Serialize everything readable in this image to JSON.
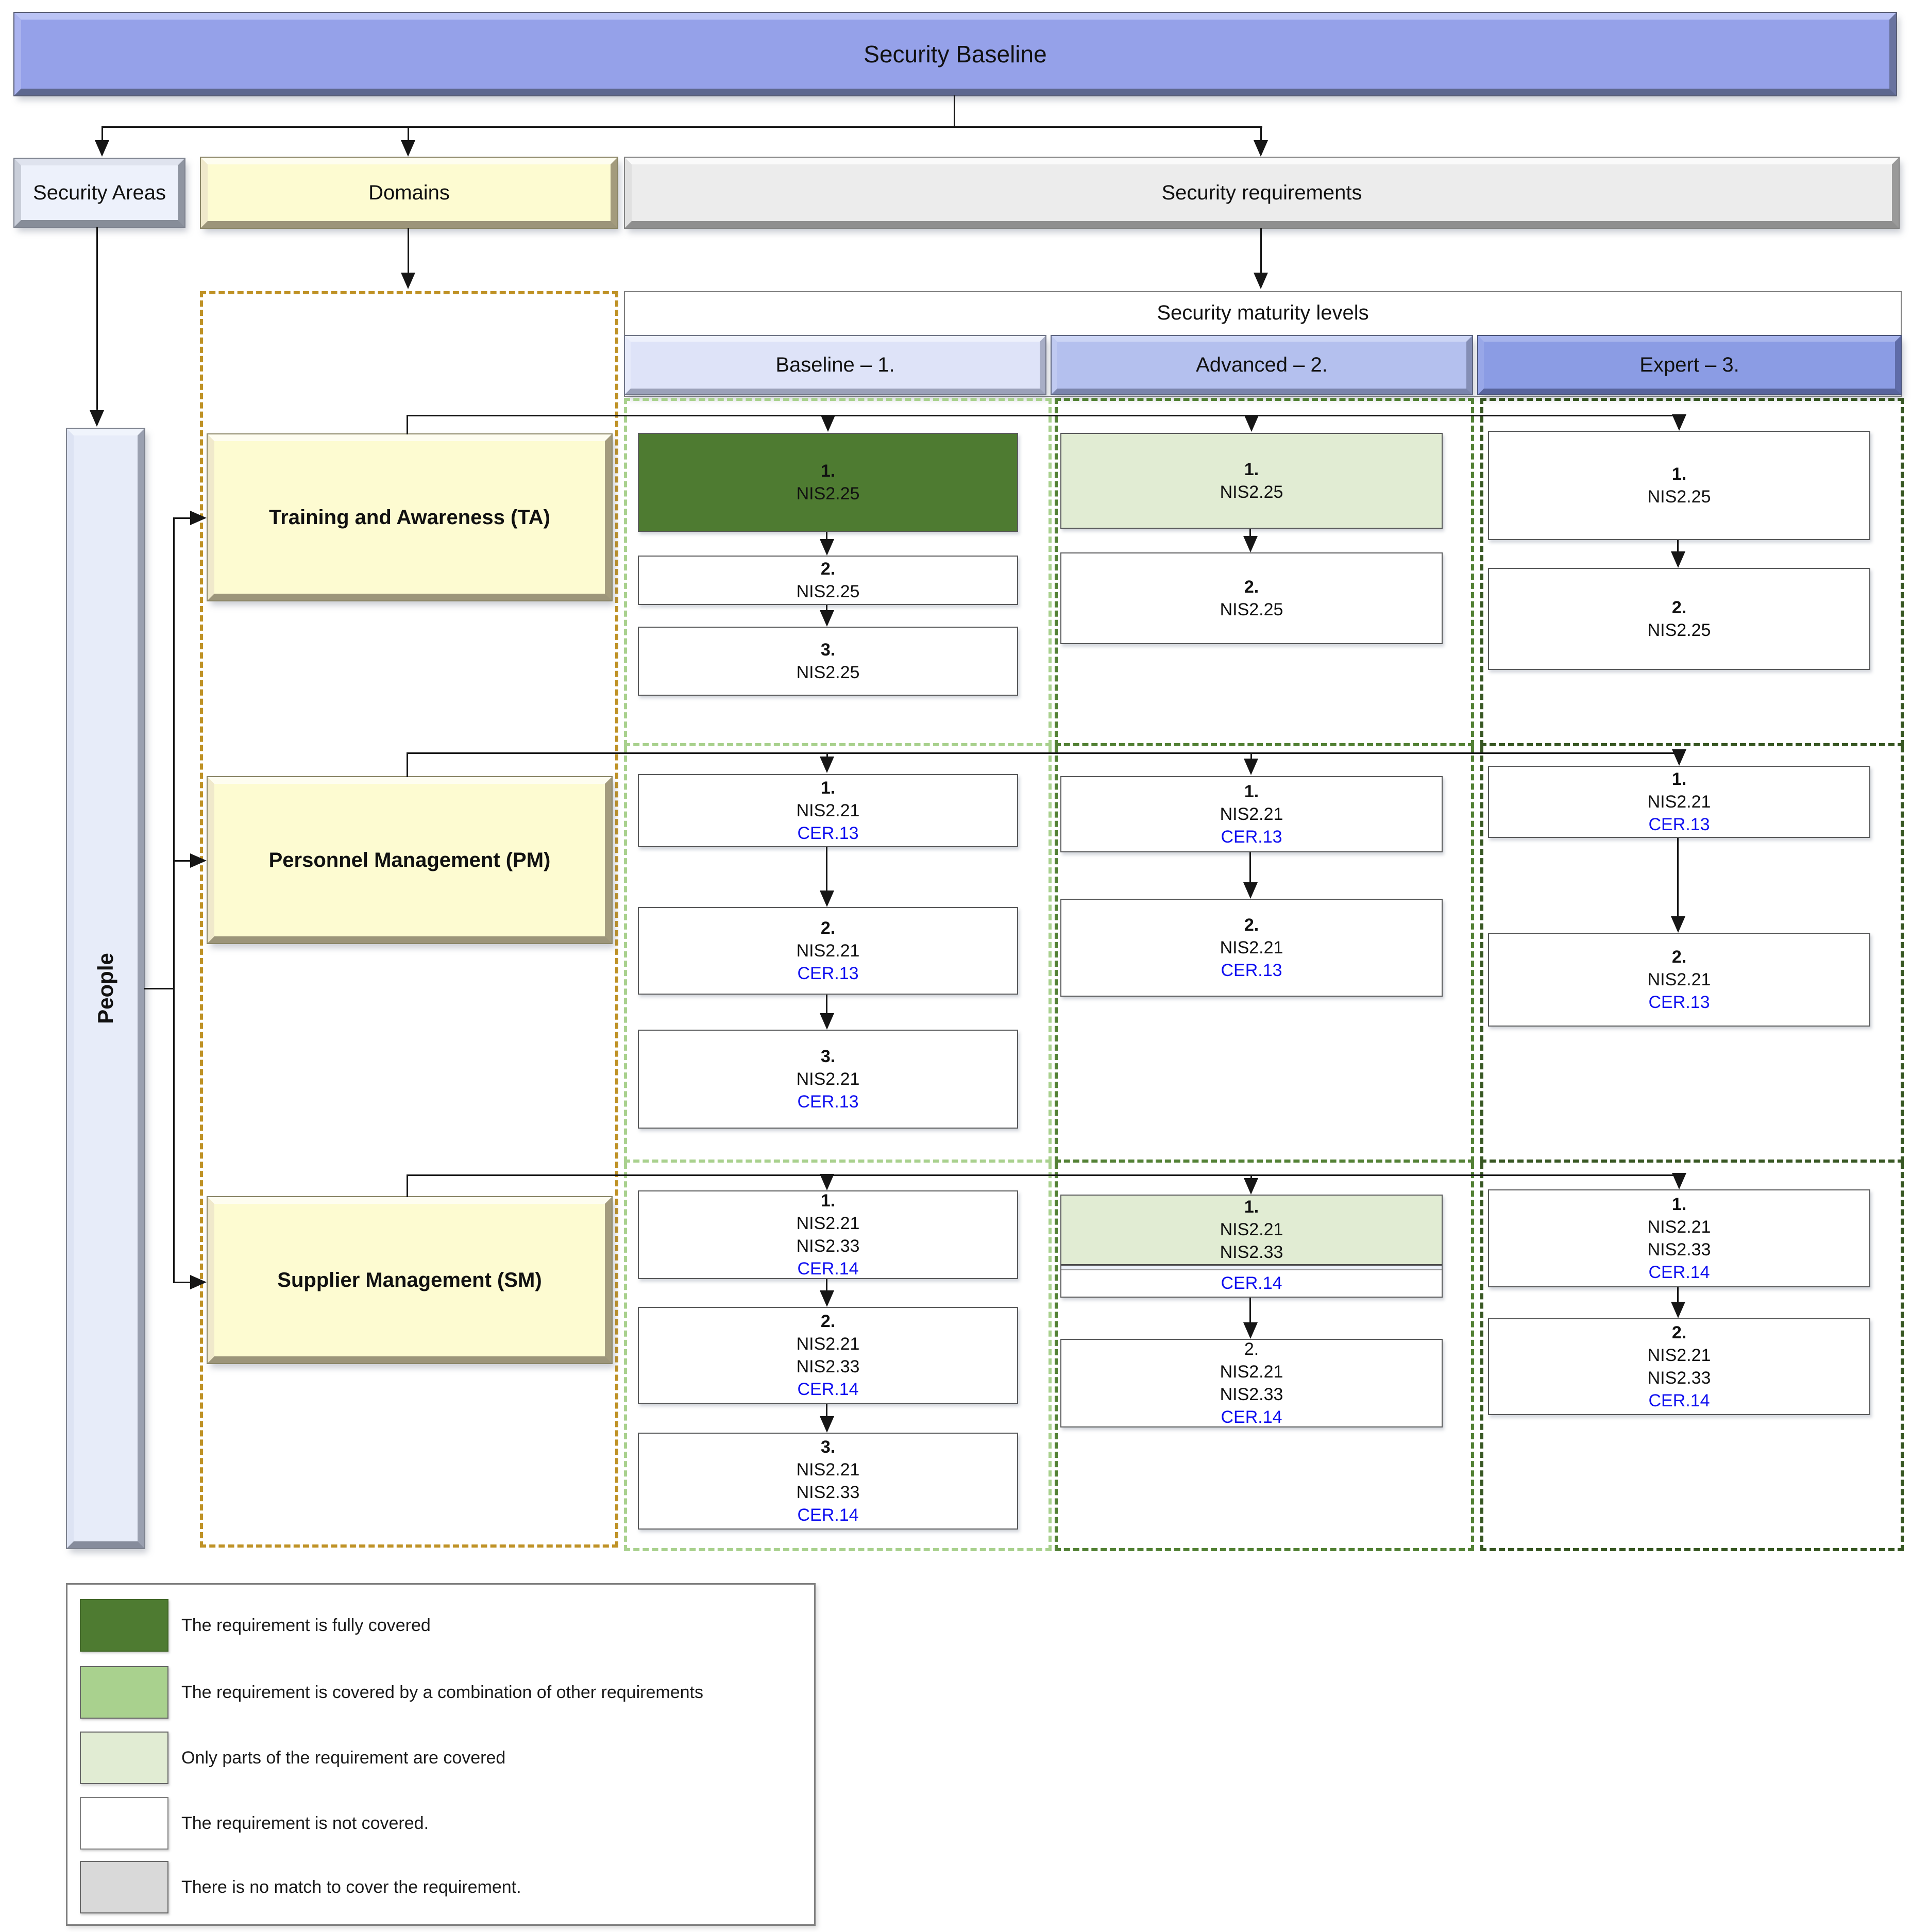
{
  "title": "Security Baseline",
  "top_boxes": {
    "security_areas": "Security Areas",
    "domains": "Domains",
    "security_requirements": "Security requirements"
  },
  "maturity": {
    "header": "Security maturity levels",
    "levels": [
      "Baseline – 1.",
      "Advanced – 2.",
      "Expert – 3."
    ]
  },
  "people_label": "People",
  "domains": {
    "ta": "Training and Awareness (TA)",
    "pm": "Personnel Management (PM)",
    "sm": "Supplier Management (SM)"
  },
  "reqs": {
    "ta_baseline": [
      {
        "num": "1.",
        "r1": "NIS2.25"
      },
      {
        "num": "2.",
        "r1": "NIS2.25"
      },
      {
        "num": "3.",
        "r1": "NIS2.25"
      }
    ],
    "ta_advanced": [
      {
        "num": "1.",
        "r1": "NIS2.25"
      },
      {
        "num": "2.",
        "r1": "NIS2.25"
      }
    ],
    "ta_expert": [
      {
        "num": "1.",
        "r1": "NIS2.25"
      },
      {
        "num": "2.",
        "r1": "NIS2.25"
      }
    ],
    "pm_baseline": [
      {
        "num": "1.",
        "r1": "NIS2.21",
        "link": "CER.13"
      },
      {
        "num": "2.",
        "r1": "NIS2.21",
        "link": "CER.13"
      },
      {
        "num": "3.",
        "r1": "NIS2.21",
        "link": "CER.13"
      }
    ],
    "pm_advanced": [
      {
        "num": "1.",
        "r1": "NIS2.21",
        "link": "CER.13"
      },
      {
        "num": "2.",
        "r1": "NIS2.21",
        "link": "CER.13"
      }
    ],
    "pm_expert": [
      {
        "num": "1.",
        "r1": "NIS2.21",
        "link": "CER.13"
      },
      {
        "num": "2.",
        "r1": "NIS2.21",
        "link": "CER.13"
      }
    ],
    "sm_baseline": [
      {
        "num": "1.",
        "r1": "NIS2.21",
        "r2": "NIS2.33",
        "link": "CER.14"
      },
      {
        "num": "2.",
        "r1": "NIS2.21",
        "r2": "NIS2.33",
        "link": "CER.14"
      },
      {
        "num": "3.",
        "r1": "NIS2.21",
        "r2": "NIS2.33",
        "link": "CER.14"
      }
    ],
    "sm_advanced": [
      {
        "num": "1.",
        "r1": "NIS2.21",
        "r2": "NIS2.33",
        "link": "CER.14"
      },
      {
        "num": "2.",
        "r1": "NIS2.21",
        "r2": "NIS2.33",
        "link": "CER.14"
      }
    ],
    "sm_expert": [
      {
        "num": "1.",
        "r1": "NIS2.21",
        "r2": "NIS2.33",
        "link": "CER.14"
      },
      {
        "num": "2.",
        "r1": "NIS2.21",
        "r2": "NIS2.33",
        "link": "CER.14"
      }
    ]
  },
  "legend": {
    "items": [
      {
        "label": "The requirement is fully covered",
        "color": "#4e7b31"
      },
      {
        "label": "The requirement is covered by a combination of other requirements",
        "color": "#a9d18e"
      },
      {
        "label": "Only parts of the requirement are covered",
        "color": "#e1ecd3"
      },
      {
        "label": "The requirement is not covered.",
        "color": "#ffffff"
      },
      {
        "label": "There is no match to cover the requirement.",
        "color": "#d9d9d9"
      }
    ]
  },
  "colors": {
    "fully_covered": "#4e7b31",
    "combination": "#a9d18e",
    "partial": "#e1ecd3",
    "not_covered": "#ffffff",
    "no_match": "#d9d9d9",
    "hyperlink": "#0f0ff0",
    "dash_domains": "#bf9226",
    "dash_baseline": "#a9d18e",
    "dash_advanced": "#538135",
    "dash_expert": "#385723"
  }
}
